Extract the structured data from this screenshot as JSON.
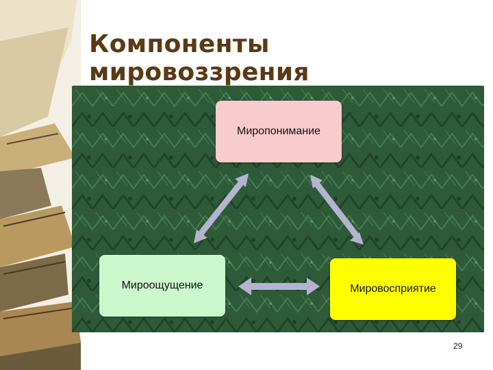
{
  "slide": {
    "title": "Компоненты мировоззрения",
    "page_number": "29"
  },
  "diagram": {
    "nodes": {
      "top": "Миропонимание",
      "left": "Мироощущение",
      "right": "Мировосприятие"
    },
    "colors": {
      "top": "#f8cccc",
      "left": "#ccf7cc",
      "right": "#ffff00",
      "arrow": "#b4b4d0",
      "background": "#2f5f3a"
    }
  }
}
